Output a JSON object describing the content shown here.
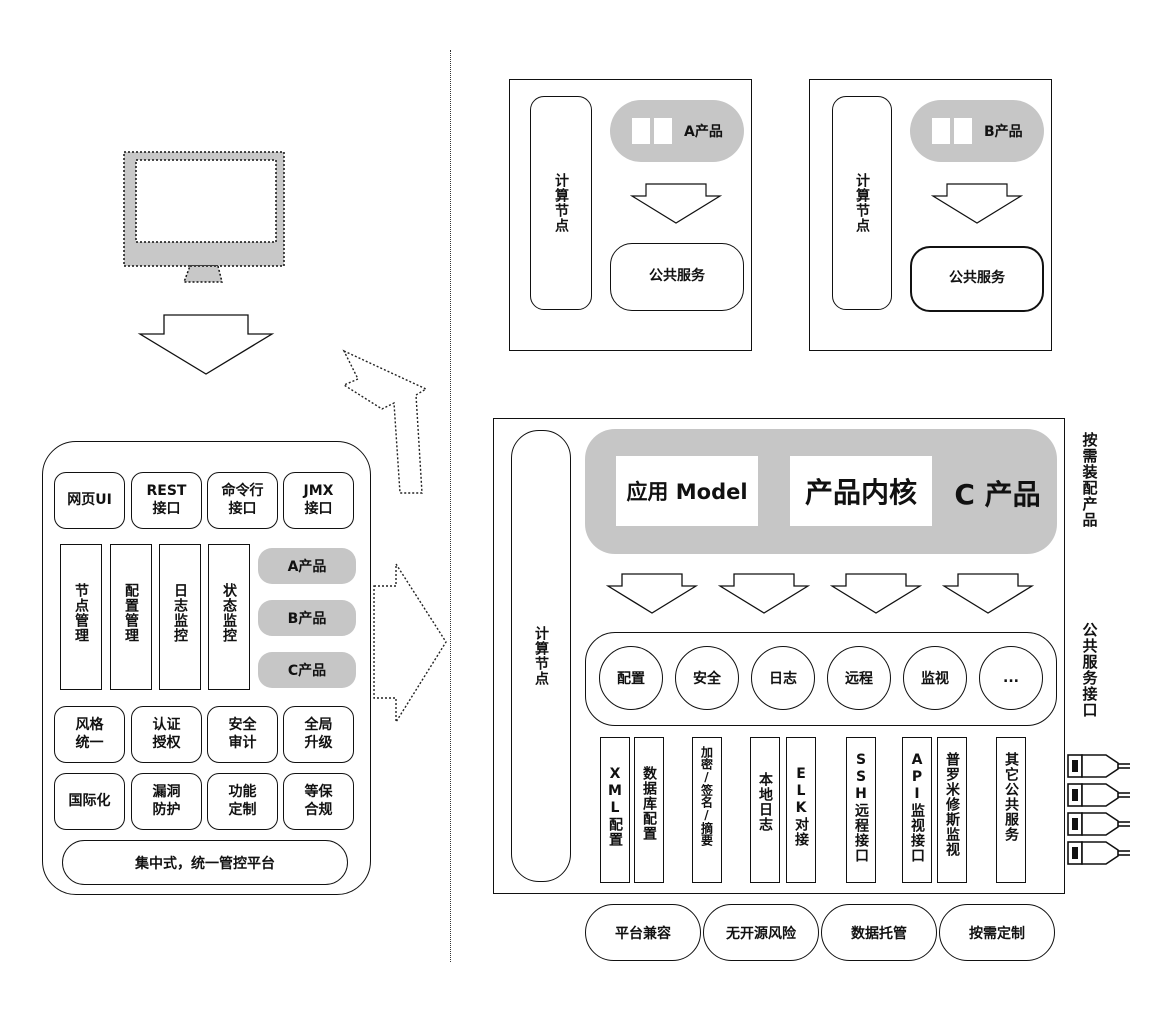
{
  "left_panel": {
    "row1": [
      "网页UI",
      "REST\n接口",
      "命令行\n接口",
      "JMX\n接口"
    ],
    "columns": [
      "节点管理",
      "配置管理",
      "日志监控",
      "状态监控"
    ],
    "products": [
      "A产品",
      "B产品",
      "C产品"
    ],
    "row3": [
      "风格\n统一",
      "认证\n授权",
      "安全\n审计",
      "全局\n升级"
    ],
    "row4": [
      "国际化",
      "漏洞\n防护",
      "功能\n定制",
      "等保\n合规"
    ],
    "platform": "集中式，统一管控平台"
  },
  "node_a": {
    "compute": "计算节点",
    "product": "A产品",
    "service": "公共服务"
  },
  "node_b": {
    "compute": "计算节点",
    "product": "B产品",
    "service": "公共服务"
  },
  "node_c": {
    "compute": "计算节点",
    "app_model": "应用 Model",
    "kernel": "产品内核",
    "product": "C 产品",
    "services": [
      "配置",
      "安全",
      "日志",
      "远程",
      "监视",
      "..."
    ],
    "modules": [
      "XML配置",
      "数据库配置",
      "加密/签名/摘要",
      "本地日志",
      "ELK对接",
      "SSH远程接口",
      "API监视接口",
      "普罗米修斯监视",
      "其它公共服务"
    ]
  },
  "side_labels": {
    "on_demand": "按需装配产品",
    "public_api": "公共服务接口"
  },
  "bottom_pills": [
    "平台兼容",
    "无开源风险",
    "数据托管",
    "按需定制"
  ]
}
